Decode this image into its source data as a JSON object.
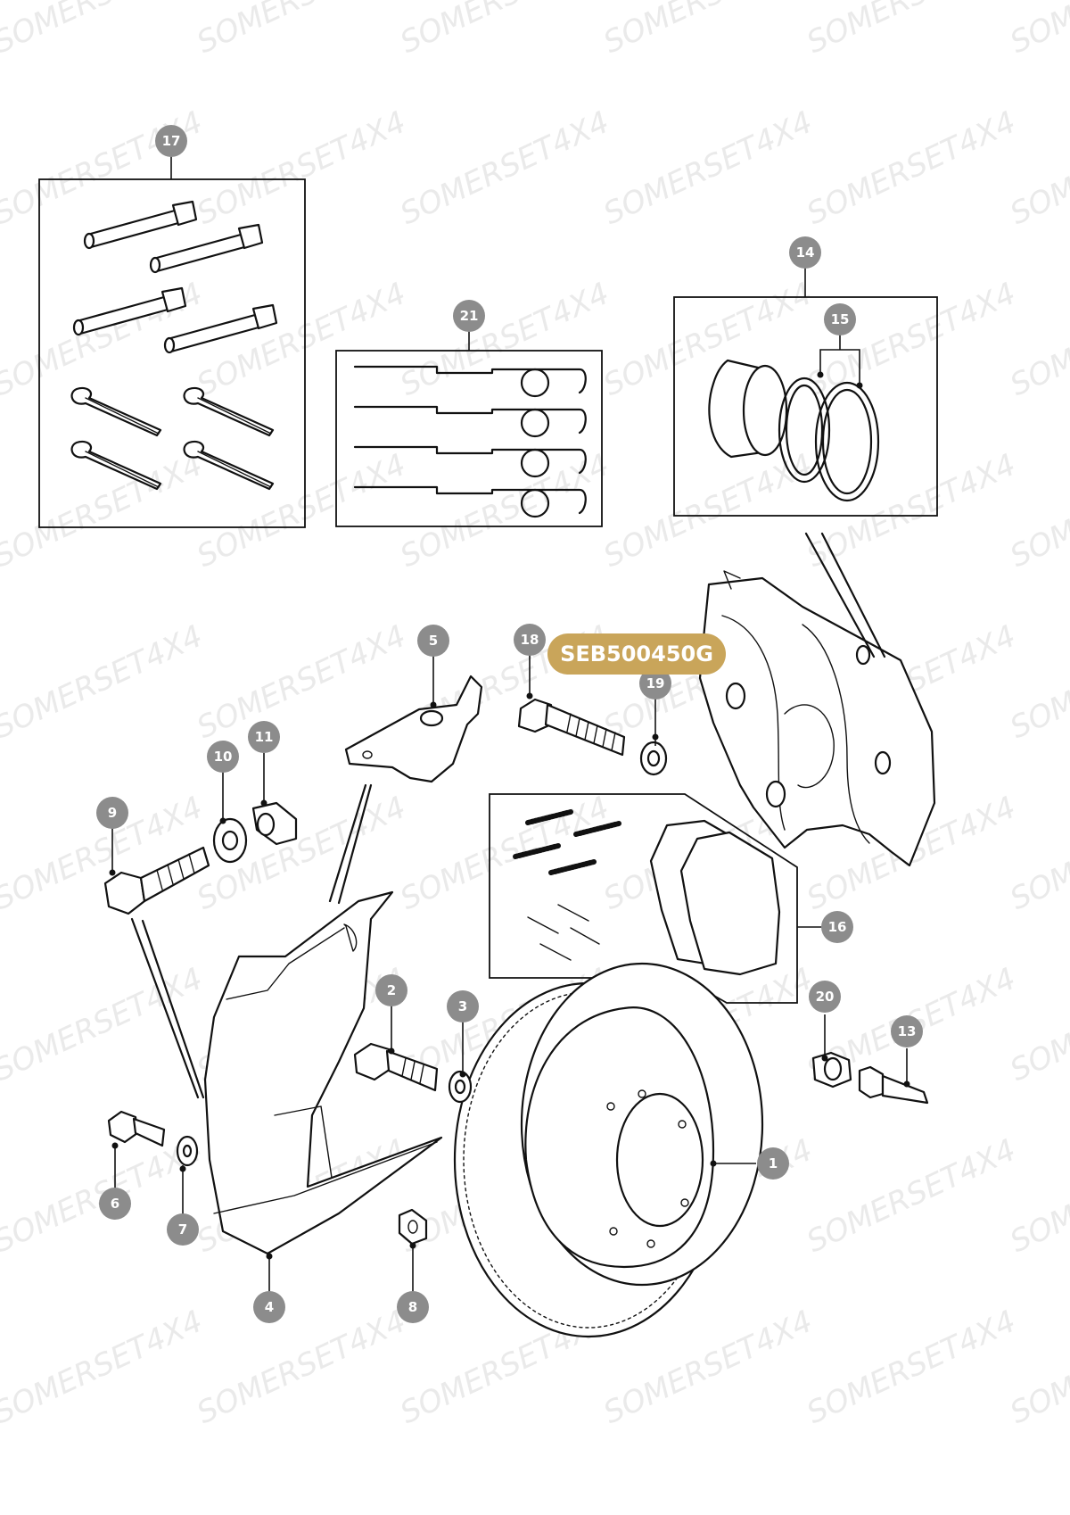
{
  "watermark_text": "SOMERSET4X4",
  "part_badge": {
    "text": "SEB500450G",
    "color": "#c9a55a"
  },
  "callout_color": "#8c8c8c",
  "callouts": {
    "c1": "1",
    "c2": "2",
    "c3": "3",
    "c4": "4",
    "c5": "5",
    "c6": "6",
    "c7": "7",
    "c8": "8",
    "c9": "9",
    "c10": "10",
    "c11": "11",
    "c13": "13",
    "c14": "14",
    "c15": "15",
    "c16": "16",
    "c17": "17",
    "c18": "18",
    "c19": "19",
    "c20": "20",
    "c21": "21"
  }
}
